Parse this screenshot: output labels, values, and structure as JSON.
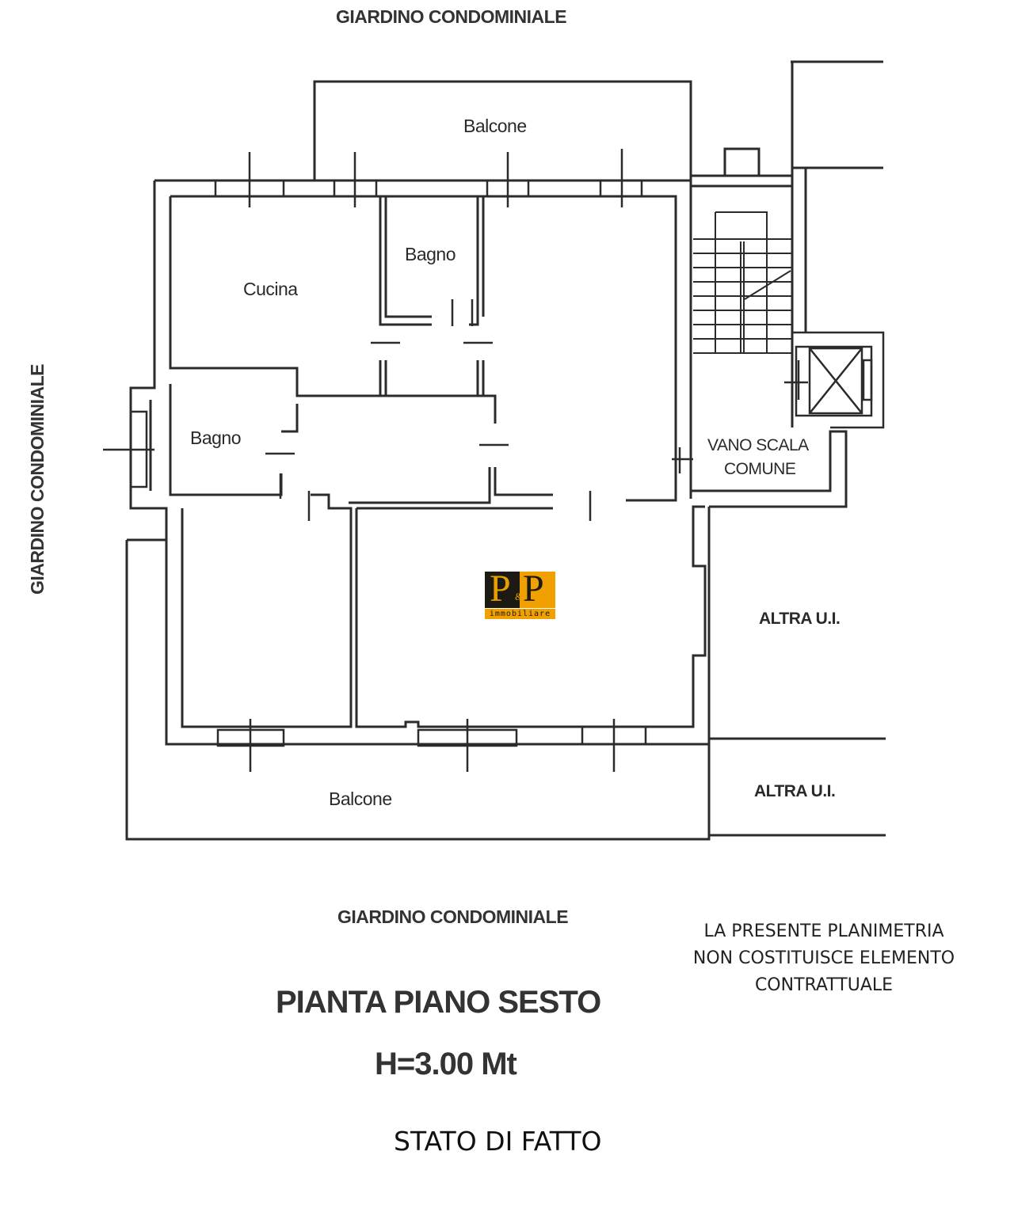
{
  "plan": {
    "garden_top": "GIARDINO CONDOMINIALE",
    "garden_left": "GIARDINO CONDOMINIALE",
    "garden_bottom": "GIARDINO CONDOMINIALE",
    "rooms": {
      "balcony_top": "Balcone",
      "bathroom_upper": "Bagno",
      "kitchen": "Cucina",
      "bathroom_left": "Bagno",
      "stairwell_line1": "VANO SCALA",
      "stairwell_line2": "COMUNE",
      "other_unit_1": "ALTRA U.I.",
      "other_unit_2": "ALTRA U.I.",
      "balcony_bottom": "Balcone"
    }
  },
  "logo": {
    "letters": "P&P",
    "sub": "immobiliare"
  },
  "caption": {
    "title": "PIANTA PIANO SESTO",
    "height": "H=3.00 Mt",
    "state": "STATO DI FATTO"
  },
  "disclaimer": {
    "line1": "LA PRESENTE PLANIMETRIA",
    "line2": "NON COSTITUISCE ELEMENTO",
    "line3": "CONTRATTUALE"
  }
}
